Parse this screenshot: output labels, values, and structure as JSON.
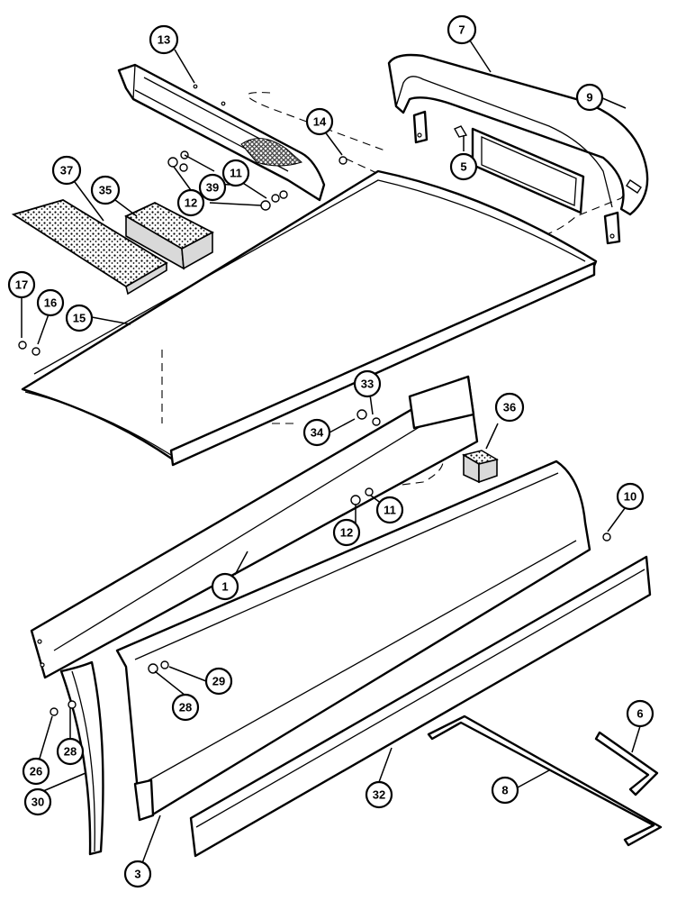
{
  "callouts": [
    "13",
    "7",
    "9",
    "14",
    "11",
    "39",
    "12",
    "5",
    "37",
    "35",
    "17",
    "16",
    "15",
    "33",
    "34",
    "36",
    "10",
    "12",
    "11",
    "1",
    "29",
    "28",
    "26",
    "28",
    "30",
    "3",
    "32",
    "8",
    "6"
  ],
  "colors": {
    "line": "#000000",
    "background": "#ffffff",
    "foam": "#d9d9d9"
  }
}
